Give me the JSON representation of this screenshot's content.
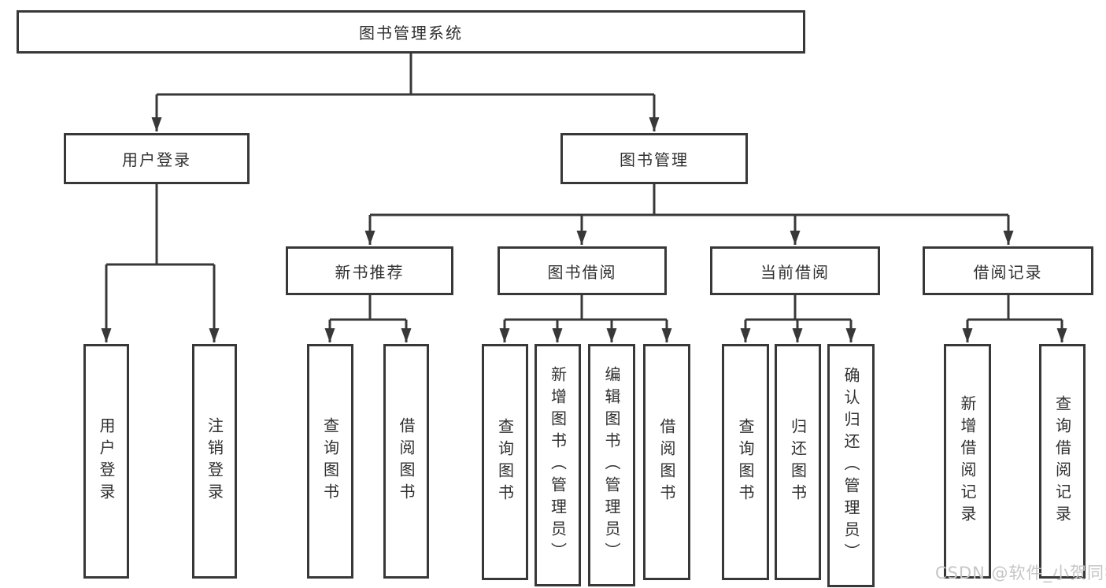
{
  "tree": {
    "root": {
      "label": "图书管理系统"
    },
    "user_login": {
      "label": "用户登录",
      "children": [
        {
          "label": "用户登录"
        },
        {
          "label": "注销登录"
        }
      ]
    },
    "book_mgmt": {
      "label": "图书管理",
      "groups": [
        {
          "label": "新书推荐",
          "children": [
            {
              "label": "查询图书"
            },
            {
              "label": "借阅图书"
            }
          ]
        },
        {
          "label": "图书借阅",
          "children": [
            {
              "label": "查询图书"
            },
            {
              "label": "新增图书（管理员）"
            },
            {
              "label": "编辑图书（管理员）"
            },
            {
              "label": "借阅图书"
            }
          ]
        },
        {
          "label": "当前借阅",
          "children": [
            {
              "label": "查询图书"
            },
            {
              "label": "归还图书"
            },
            {
              "label": "确认归还（管理员）"
            }
          ]
        },
        {
          "label": "借阅记录",
          "children": [
            {
              "label": "新增借阅记录"
            },
            {
              "label": "查询借阅记录"
            }
          ]
        }
      ]
    }
  },
  "watermark": {
    "text": "CSDN @软件_小贺同学"
  },
  "colors": {
    "line": "#383838",
    "box_border": "#383838",
    "text": "#303030",
    "watermark": "#c6c6c6",
    "background": "#ffffff"
  }
}
